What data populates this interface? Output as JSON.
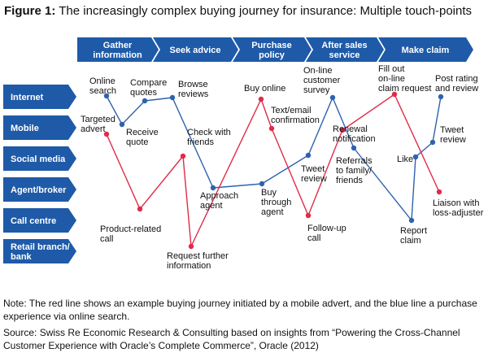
{
  "figure": {
    "label": "Figure 1:",
    "title": "The increasingly complex buying journey for insurance: Multiple touch-points"
  },
  "stages": [
    [
      "Gather",
      "information"
    ],
    [
      "Seek advice"
    ],
    [
      "Purchase",
      "policy"
    ],
    [
      "After sales",
      "service"
    ],
    [
      "Make claim"
    ]
  ],
  "channels": [
    [
      "Internet"
    ],
    [
      "Mobile"
    ],
    [
      "Social media"
    ],
    [
      "Agent/broker"
    ],
    [
      "Call centre"
    ],
    [
      "Retail branch/",
      "bank"
    ]
  ],
  "colors": {
    "stage_fill": "#1e5aa8",
    "red_line": "#e02b48",
    "blue_line": "#2f62ad"
  },
  "red_journey_labels": [
    [
      "Targeted",
      "advert"
    ],
    [
      "Product-related",
      "call"
    ],
    [
      "Check with",
      "friends"
    ],
    [
      "Request  further",
      "information"
    ],
    [
      "Buy online"
    ],
    [
      "Text/email",
      "confirmation"
    ],
    [
      "Follow-up",
      "call"
    ],
    [
      "Renewal",
      "notification"
    ],
    [
      "Fill out",
      "on-line",
      "claim request"
    ],
    [
      "Liaison with",
      "loss-adjuster"
    ]
  ],
  "blue_journey_labels": [
    [
      "Online",
      "search"
    ],
    [
      "Receive",
      "quote"
    ],
    [
      "Compare",
      "quotes"
    ],
    [
      "Browse",
      "reviews"
    ],
    [
      "Approach",
      "agent"
    ],
    [
      "Buy",
      "through",
      "agent"
    ],
    [
      "Tweet",
      "review"
    ],
    [
      "On-line",
      "customer",
      "survey"
    ],
    [
      "Referrals",
      "to family/",
      "friends"
    ],
    [
      "Report",
      "claim"
    ],
    [
      "Like"
    ],
    [
      "Tweet",
      "review"
    ],
    [
      "Post rating",
      "and review"
    ]
  ],
  "note": "Note: The red line shows an example buying journey initiated by a mobile advert, and the blue line a purchase experience via online search.",
  "source": "Source: Swiss Re Economic Research & Consulting based on insights from “Powering the Cross-Channel Customer Experience with Oracle’s Complete Commerce”, Oracle (2012)"
}
